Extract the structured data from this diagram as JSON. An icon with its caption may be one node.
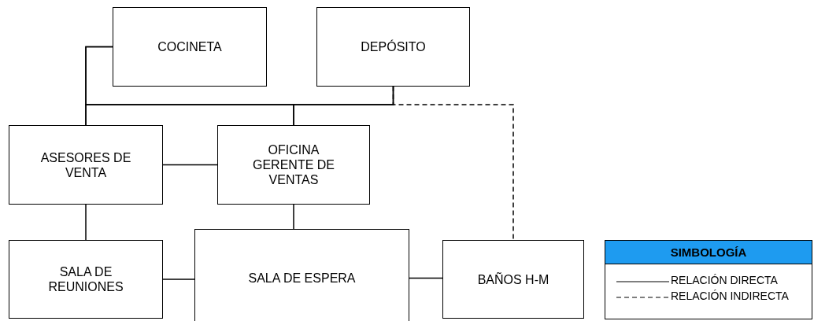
{
  "diagram": {
    "nodes": [
      {
        "text": [
          "COCINETA"
        ]
      },
      {
        "text": [
          "DEPÓSITO"
        ]
      },
      {
        "text": [
          "ASESORES DE VENTA"
        ]
      },
      {
        "text": [
          "OFICINA GERENTE DE VENTAS"
        ]
      },
      {
        "text": [
          "SALA DE REUNIONES"
        ]
      },
      {
        "text": [
          "SALA DE ESPERA"
        ]
      },
      {
        "text": [
          "BAÑOS H-M"
        ]
      }
    ],
    "edges": [
      {
        "from": 0,
        "to": 2,
        "arrow": "none"
      },
      {
        "from": 0,
        "to": 3,
        "arrow": "none"
      },
      {
        "from": 1,
        "to": 2,
        "arrow": "none"
      },
      {
        "from": 1,
        "to": 3,
        "arrow": "none"
      },
      {
        "from": 1,
        "to": 6,
        "arrow": "none",
        "style": "dashed"
      },
      {
        "from": 2,
        "to": 3,
        "arrow": "none"
      },
      {
        "from": 2,
        "to": 4,
        "arrow": "none"
      },
      {
        "from": 3,
        "to": 5,
        "arrow": "none"
      },
      {
        "from": 4,
        "to": 5,
        "arrow": "none"
      },
      {
        "from": 5,
        "to": 6,
        "arrow": "none"
      }
    ],
    "labels": [
      "SIMBOLOGÍA"
    ],
    "legend": [
      {
        "text": "RELACIÓN DIRECTA"
      },
      {
        "text": "RELACIÓN INDIRECTA"
      }
    ]
  }
}
